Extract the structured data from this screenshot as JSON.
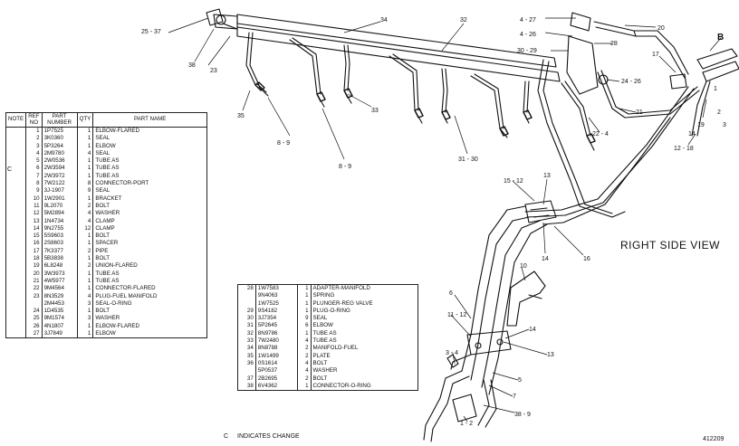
{
  "title": "RIGHT SIDE VIEW",
  "figure_number": "412209",
  "c_note_marker": "C",
  "legend": {
    "mark": "C",
    "text": "INDICATES CHANGE"
  },
  "table1": {
    "headers": {
      "note": "NOTE",
      "ref": "REF NO",
      "part": "PART NUMBER",
      "qty": "QTY",
      "name": "PART NAME"
    },
    "rows": [
      {
        "ref": "1",
        "part": "1P7525",
        "qty": "1",
        "name": "ELBOW-FLARED"
      },
      {
        "ref": "2",
        "part": "3K0360",
        "qty": "1",
        "name": "SEAL"
      },
      {
        "ref": "3",
        "part": "5P3264",
        "qty": "1",
        "name": "ELBOW"
      },
      {
        "ref": "4",
        "part": "2M9780",
        "qty": "4",
        "name": "SEAL"
      },
      {
        "ref": "5",
        "part": "2W0536",
        "qty": "1",
        "name": "TUBE AS"
      },
      {
        "ref": "6",
        "part": "2W3594",
        "qty": "1",
        "name": "TUBE AS"
      },
      {
        "ref": "7",
        "part": "2W3972",
        "qty": "1",
        "name": "TUBE AS"
      },
      {
        "ref": "8",
        "part": "7W2122",
        "qty": "8",
        "name": "CONNECTOR-PORT"
      },
      {
        "ref": "9",
        "part": "3J-1907",
        "qty": "9",
        "name": "SEAL"
      },
      {
        "ref": "10",
        "part": "1W2901",
        "qty": "1",
        "name": "BRACKET"
      },
      {
        "ref": "11",
        "part": "9L2070",
        "qty": "2",
        "name": "BOLT"
      },
      {
        "ref": "12",
        "part": "5M2894",
        "qty": "4",
        "name": "WASHER"
      },
      {
        "ref": "13",
        "part": "1N4734",
        "qty": "4",
        "name": "CLAMP"
      },
      {
        "ref": "14",
        "part": "9N2755",
        "qty": "12",
        "name": "CLAMP"
      },
      {
        "ref": "15",
        "part": "5S9603",
        "qty": "1",
        "name": "BOLT"
      },
      {
        "ref": "16",
        "part": "2S8603",
        "qty": "1",
        "name": "SPACER"
      },
      {
        "ref": "17",
        "part": "7K3377",
        "qty": "2",
        "name": "PIPE"
      },
      {
        "ref": "18",
        "part": "5B3838",
        "qty": "1",
        "name": "BOLT"
      },
      {
        "ref": "19",
        "part": "6L8248",
        "qty": "2",
        "name": "UNION-FLARED"
      },
      {
        "ref": "20",
        "part": "3W3973",
        "qty": "1",
        "name": "TUBE AS"
      },
      {
        "ref": "21",
        "part": "4W5977",
        "qty": "1",
        "name": "TUBE AS"
      },
      {
        "ref": "22",
        "part": "9M4564",
        "qty": "1",
        "name": "CONNECTOR-FLARED"
      },
      {
        "ref": "23",
        "part": "8N3529",
        "qty": "4",
        "name": "PLUG-FUEL MANIFOLD"
      },
      {
        "ref": "",
        "part": "2M4453",
        "qty": "3",
        "name": "SEAL-O-RING"
      },
      {
        "ref": "24",
        "part": "1D4535",
        "qty": "1",
        "name": "BOLT"
      },
      {
        "ref": "25",
        "part": "9M1574",
        "qty": "3",
        "name": "WASHER"
      },
      {
        "ref": "26",
        "part": "4N1807",
        "qty": "1",
        "name": "ELBOW-FLARED"
      },
      {
        "ref": "27",
        "part": "3J7849",
        "qty": "1",
        "name": "ELBOW"
      }
    ]
  },
  "table2": {
    "rows": [
      {
        "ref": "28",
        "part": "1W7583",
        "qty": "1",
        "name": "ADAPTER-MANIFOLD"
      },
      {
        "ref": "",
        "part": "9N4063",
        "qty": "1",
        "name": "SPRING"
      },
      {
        "ref": "",
        "part": "1W7525",
        "qty": "1",
        "name": "PLUNGER-REG VALVE"
      },
      {
        "ref": "29",
        "part": "9S4182",
        "qty": "1",
        "name": "PLUG-O-RING"
      },
      {
        "ref": "30",
        "part": "3J7354",
        "qty": "9",
        "name": "SEAL"
      },
      {
        "ref": "31",
        "part": "5P2645",
        "qty": "6",
        "name": "ELBOW"
      },
      {
        "ref": "32",
        "part": "8N9786",
        "qty": "1",
        "name": "TUBE AS"
      },
      {
        "ref": "33",
        "part": "7W2480",
        "qty": "4",
        "name": "TUBE AS"
      },
      {
        "ref": "34",
        "part": "8N8788",
        "qty": "2",
        "name": "MANIFOLD-FUEL"
      },
      {
        "ref": "35",
        "part": "1W1499",
        "qty": "2",
        "name": "PLATE"
      },
      {
        "ref": "36",
        "part": "0S1614",
        "qty": "4",
        "name": "BOLT"
      },
      {
        "ref": "",
        "part": "5P0537",
        "qty": "4",
        "name": "WASHER"
      },
      {
        "ref": "37",
        "part": "2B2695",
        "qty": "2",
        "name": "BOLT"
      },
      {
        "ref": "38",
        "part": "6V4362",
        "qty": "1",
        "name": "CONNECTOR-O-RING"
      }
    ]
  },
  "callouts": [
    "25 - 37",
    "38",
    "23",
    "35",
    "34",
    "32",
    "4 - 27",
    "4 - 26",
    "30 - 29",
    "28",
    "20",
    "B",
    "17",
    "24 - 26",
    "21",
    "22 - 4",
    "1",
    "2",
    "3",
    "8 - 9",
    "8 - 9",
    "33",
    "31 - 30",
    "15 - 12",
    "13",
    "14",
    "16",
    "19",
    "12 - 18",
    "14",
    "10",
    "6",
    "11 - 12",
    "14",
    "13",
    "3 - 4",
    "5",
    "7",
    "38 - 9",
    "1 - 2"
  ]
}
